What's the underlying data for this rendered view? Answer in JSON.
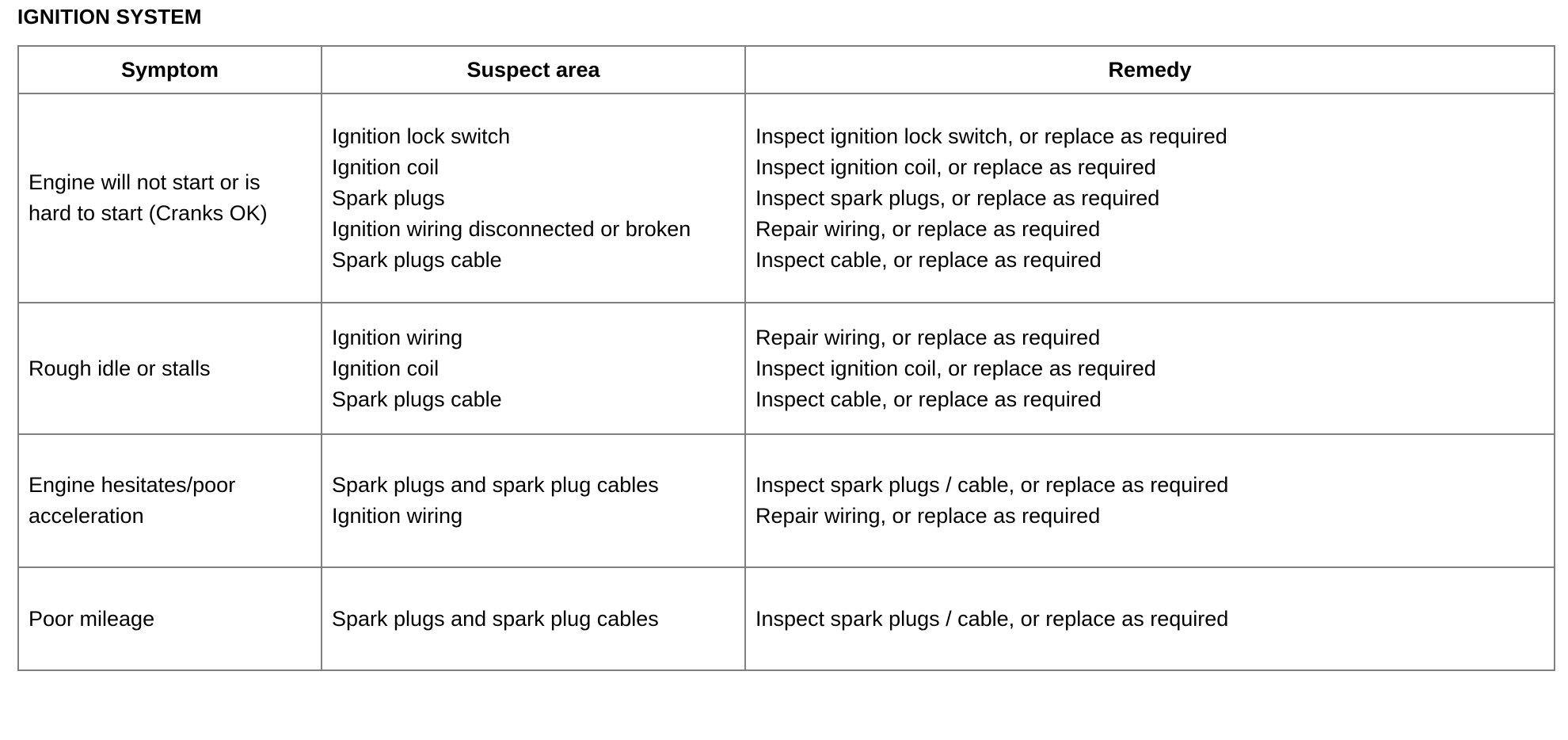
{
  "document": {
    "section_title": "IGNITION SYSTEM"
  },
  "table": {
    "headers": {
      "symptom": "Symptom",
      "suspect_area": "Suspect area",
      "remedy": "Remedy"
    },
    "border_color": "#808080",
    "text_color": "#000000",
    "background_color": "#FFFFFF",
    "rows": [
      {
        "symptom": [
          "Engine will not start or is",
          "hard to start (Cranks OK)"
        ],
        "suspect_area": [
          "Ignition lock switch",
          "Ignition coil",
          "Spark plugs",
          "Ignition wiring disconnected or broken",
          "Spark plugs cable"
        ],
        "remedy": [
          "Inspect ignition lock switch, or replace as required",
          "Inspect ignition coil, or replace as required",
          "Inspect spark plugs, or replace as required",
          "Repair wiring, or replace as required",
          "Inspect cable, or replace as required"
        ]
      },
      {
        "symptom": [
          "Rough idle or stalls"
        ],
        "suspect_area": [
          "Ignition wiring",
          "Ignition coil",
          "Spark plugs cable"
        ],
        "remedy": [
          "Repair wiring, or replace as required",
          "Inspect ignition coil, or replace as required",
          "Inspect cable, or replace as required"
        ]
      },
      {
        "symptom": [
          "Engine hesitates/poor",
          "acceleration"
        ],
        "suspect_area": [
          "Spark plugs and spark plug cables",
          "Ignition wiring"
        ],
        "remedy": [
          "Inspect spark plugs / cable, or replace as required",
          "Repair wiring, or replace as required"
        ]
      },
      {
        "symptom": [
          "Poor mileage"
        ],
        "suspect_area": [
          "Spark plugs and spark plug cables"
        ],
        "remedy": [
          "Inspect spark plugs / cable, or replace as required"
        ]
      }
    ]
  }
}
